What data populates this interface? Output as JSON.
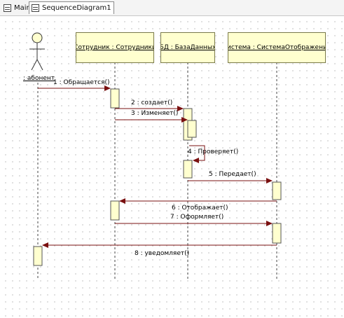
{
  "tabs": [
    {
      "label": "Main",
      "icon": "document-icon",
      "active": false
    },
    {
      "label": "SequenceDiagram1",
      "icon": "diagram-icon",
      "active": true
    }
  ],
  "actor": {
    "label": ": абонент"
  },
  "objects": [
    {
      "label": "Сотрудник : Сотрудники"
    },
    {
      "label": "БД : БазаДанных"
    },
    {
      "label": "Система : СистемаОтображения"
    }
  ],
  "messages": [
    {
      "label": "1 : Обращается()"
    },
    {
      "label": "2 : создает()"
    },
    {
      "label": "3 : Изменяет()"
    },
    {
      "label": "4 : Проверяет()"
    },
    {
      "label": "5 : Передает()"
    },
    {
      "label": "6 : Отображает()"
    },
    {
      "label": "7 : Оформляет()"
    },
    {
      "label": "8 : уведомляет()"
    }
  ],
  "colors": {
    "object_fill": "#ffffcf",
    "activation_fill": "#ffffcf",
    "arrow": "#7a1010",
    "grid_dot": "#b9b9b9"
  }
}
